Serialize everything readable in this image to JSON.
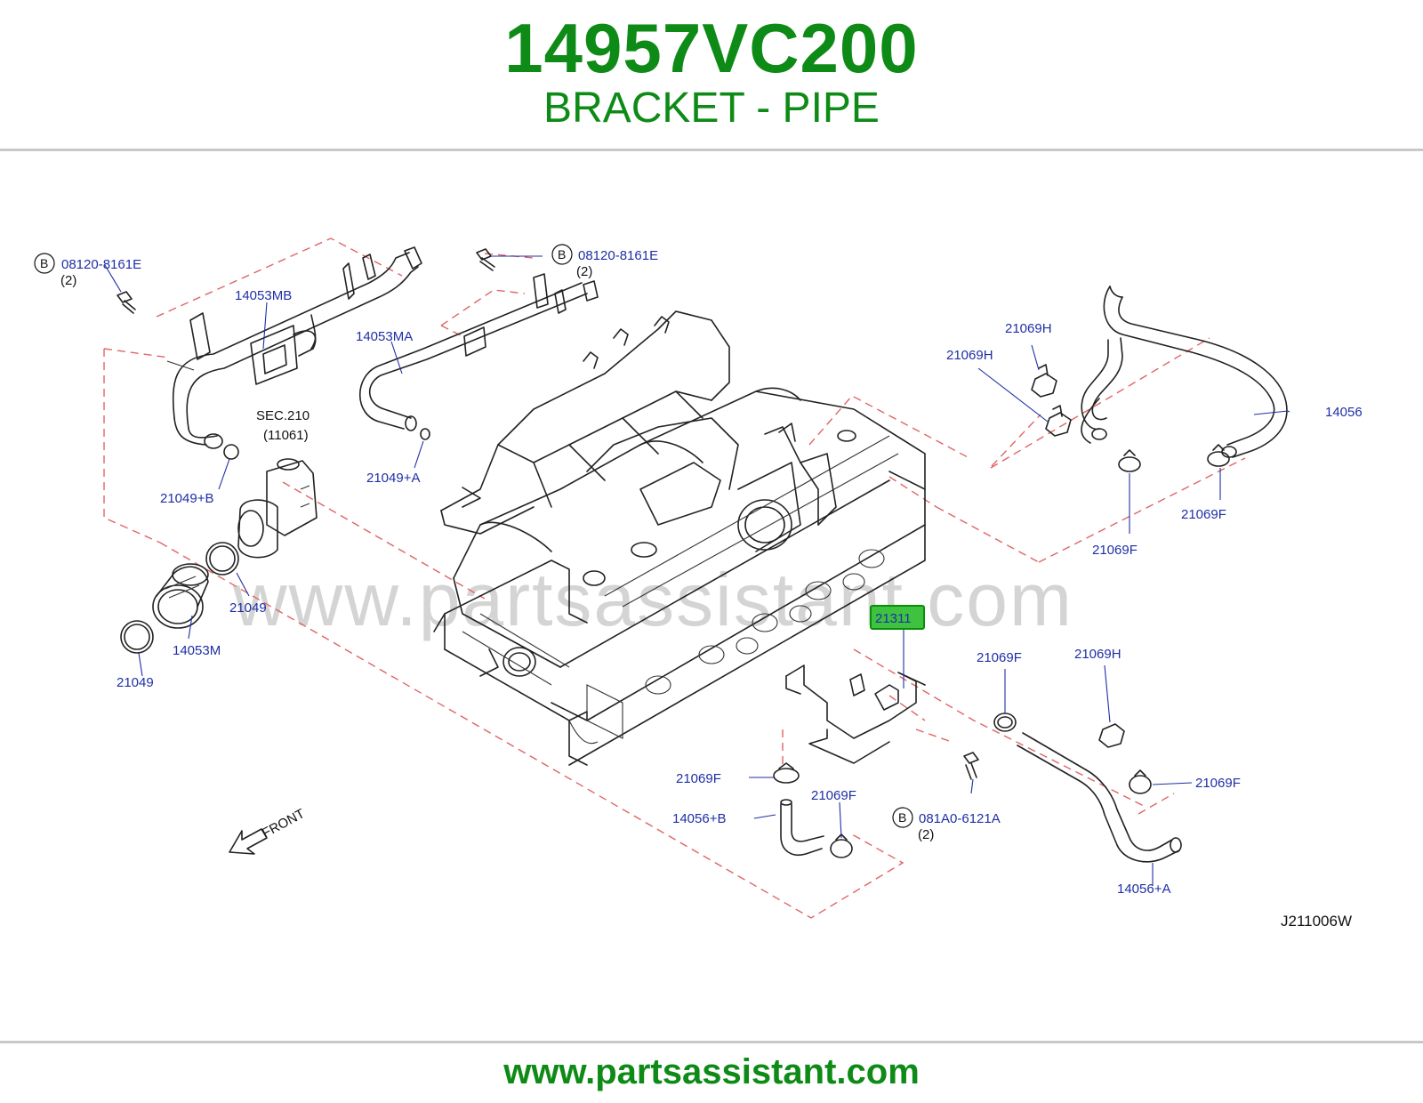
{
  "header": {
    "part_number": "14957VC200",
    "part_name": "BRACKET - PIPE"
  },
  "watermark": "www.partsassistant.com",
  "footer": {
    "url": "www.partsassistant.com"
  },
  "diagram": {
    "ref_code": "J211006W",
    "front_label": "FRONT",
    "sec_ref": "SEC.210",
    "sec_sub": "(11061)",
    "highlighted_part": "21311",
    "bolt_marker": "B",
    "labels": {
      "bolt_left": "08120-8161E",
      "bolt_left_qty": "(2)",
      "bolt_top": "08120-8161E",
      "bolt_top_qty": "(2)",
      "bolt_bottom": "081A0-6121A",
      "bolt_bottom_qty": "(2)",
      "p14053MB": "14053MB",
      "p14053MA": "14053MA",
      "p14053M": "14053M",
      "p21049B": "21049+B",
      "p21049A": "21049+A",
      "p21049_1": "21049",
      "p21049_2": "21049",
      "p21069H_1": "21069H",
      "p21069H_2": "21069H",
      "p21069H_3": "21069H",
      "p14056": "14056",
      "p14056A": "14056+A",
      "p14056B": "14056+B",
      "p21069F_1": "21069F",
      "p21069F_2": "21069F",
      "p21069F_3": "21069F",
      "p21069F_4": "21069F",
      "p21069F_5": "21069F",
      "p21069F_6": "21069F"
    }
  }
}
